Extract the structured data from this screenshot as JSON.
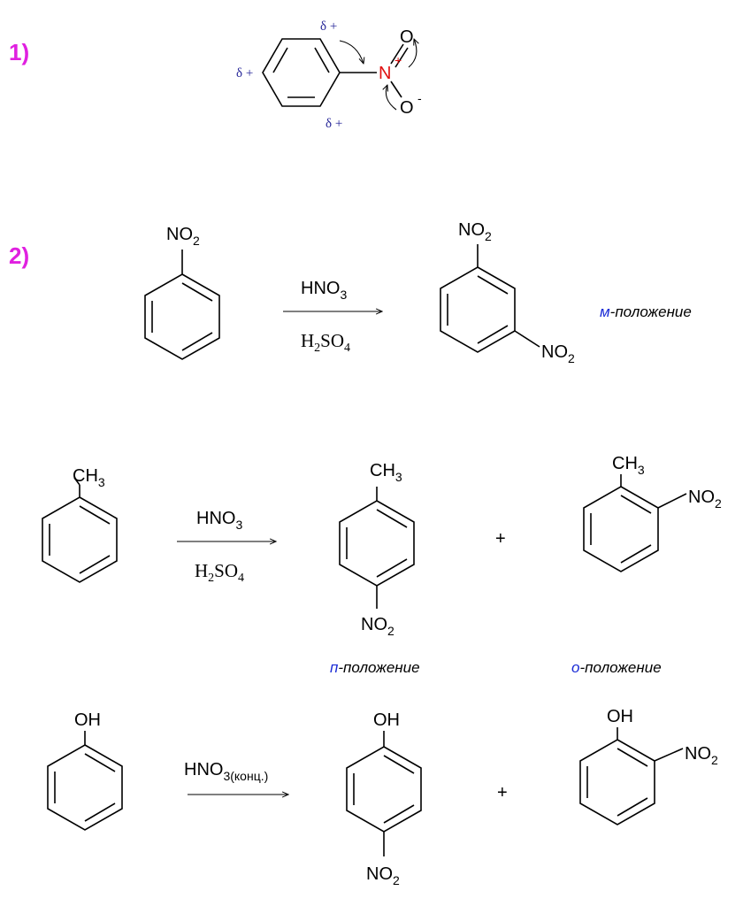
{
  "items": {
    "item1": "1)",
    "item2": "2)"
  },
  "colors": {
    "numbering": "#e020e0",
    "positional_prefix": "#1a2bd6",
    "nitrogen": "#e01010",
    "delta": "#2a2a9a"
  },
  "structure1": {
    "delta_top": "δ +",
    "delta_left": "δ +",
    "delta_bottom": "δ +",
    "n_atom": "N",
    "n_charge": "+",
    "o_top": "O",
    "o_bottom": "O",
    "o_charge": "-"
  },
  "groups": {
    "no2": "NO",
    "no2_sub": "2",
    "ch3": "CH",
    "ch3_sub": "3",
    "oh": "OH"
  },
  "reagents": {
    "hno3": "HNO",
    "hno3_sub": "3",
    "h2so4_h": "H",
    "h2so4_h_sub": "2",
    "h2so4_so": "SO",
    "h2so4_so_sub": "4",
    "hno3_conc_sub": "3(конц.)"
  },
  "plus": "+",
  "captions": {
    "meta_prefix": "м",
    "para_prefix": "п",
    "ortho_prefix": "о",
    "suffix": "-положение"
  }
}
